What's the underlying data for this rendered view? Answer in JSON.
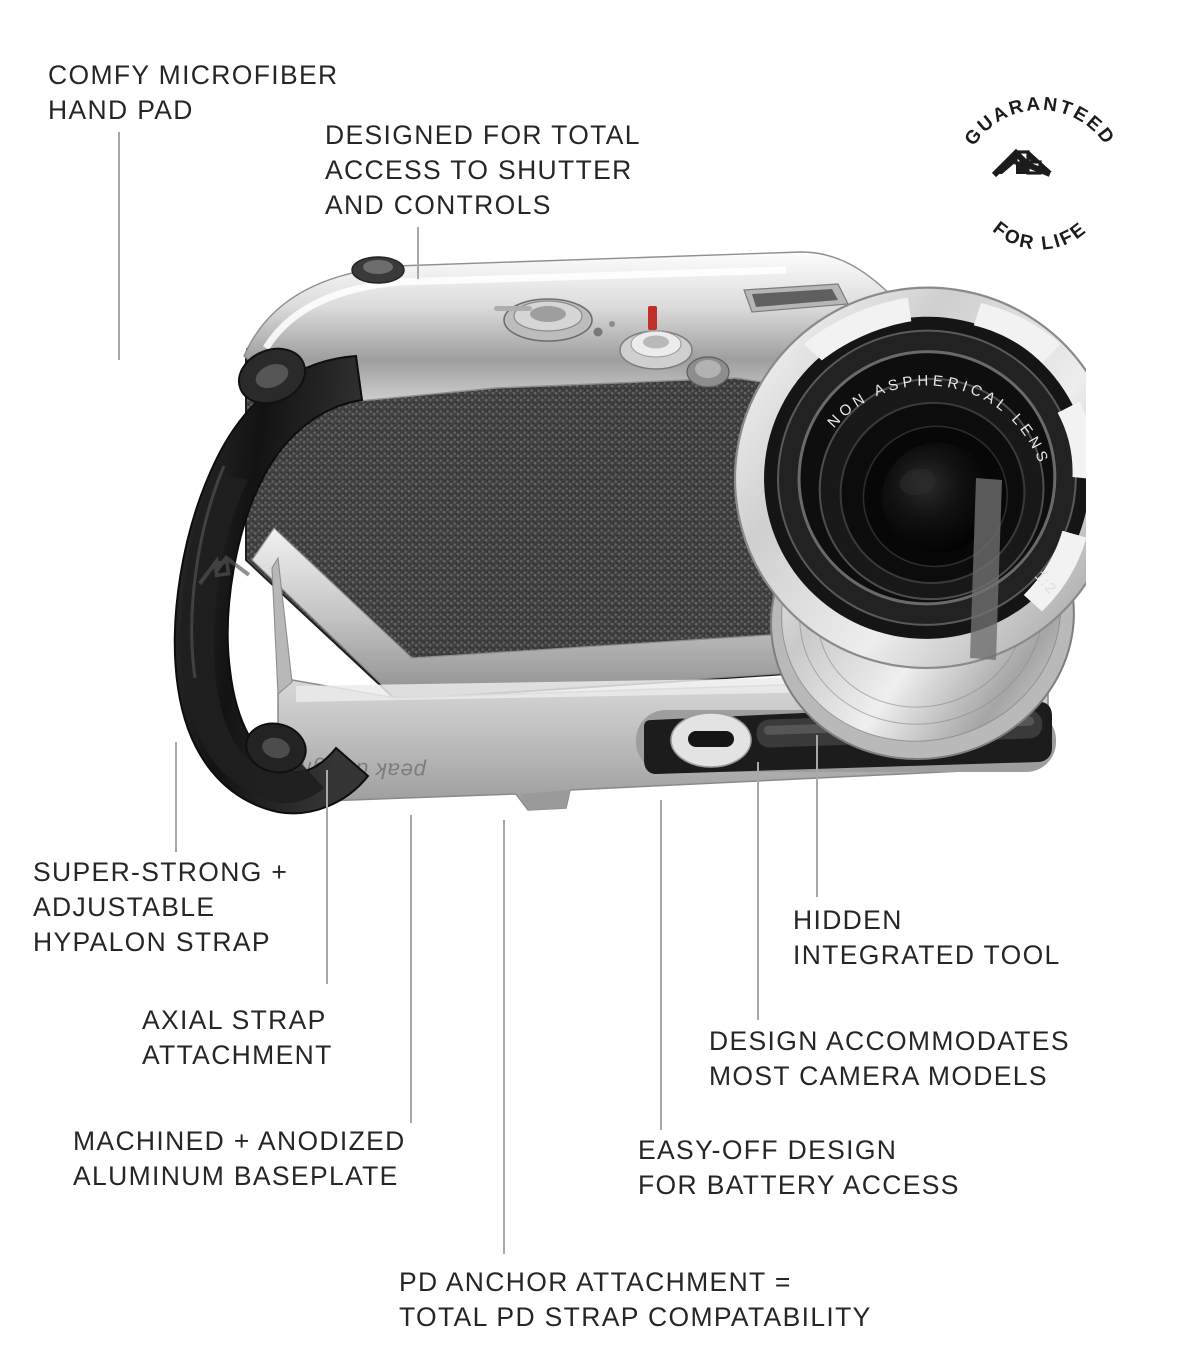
{
  "product": {
    "brand": "peak design",
    "baseplate_engraving": "peak design",
    "lens_text": "NON ASPHERICAL LENS",
    "lens_aperture": "1:2",
    "strap_logo": "PD"
  },
  "badge": {
    "top_arc": "GUARANTEED",
    "bottom_arc": "FOR LIFE",
    "logo": "PD"
  },
  "annotations": [
    {
      "id": "comfy-microfiber-hand-pad",
      "lines": [
        "COMFY MICROFIBER",
        "HAND PAD"
      ],
      "text": "COMFY MICROFIBER\nHAND PAD",
      "align": "left"
    },
    {
      "id": "designed-for-total-access",
      "lines": [
        "DESIGNED FOR TOTAL",
        "ACCESS TO SHUTTER",
        "AND CONTROLS"
      ],
      "text": "DESIGNED FOR TOTAL\nACCESS TO SHUTTER\nAND CONTROLS",
      "align": "left"
    },
    {
      "id": "super-strong-adjustable-hypalon-strap",
      "lines": [
        "SUPER-STRONG +",
        "ADJUSTABLE",
        "HYPALON STRAP"
      ],
      "text": "SUPER-STRONG +\nADJUSTABLE\nHYPALON STRAP",
      "align": "left"
    },
    {
      "id": "axial-strap-attachment",
      "lines": [
        "AXIAL STRAP",
        "ATTACHMENT"
      ],
      "text": "AXIAL STRAP\nATTACHMENT",
      "align": "left"
    },
    {
      "id": "machined-anodized-aluminum-baseplate",
      "lines": [
        "MACHINED + ANODIZED",
        "ALUMINUM BASEPLATE"
      ],
      "text": "MACHINED + ANODIZED\nALUMINUM BASEPLATE",
      "align": "left"
    },
    {
      "id": "pd-anchor-attachment",
      "lines": [
        "PD ANCHOR ATTACHMENT =",
        "TOTAL PD STRAP COMPATABILITY"
      ],
      "text": "PD ANCHOR ATTACHMENT =\nTOTAL PD STRAP COMPATABILITY",
      "align": "left"
    },
    {
      "id": "easy-off-design-battery-access",
      "lines": [
        "EASY-OFF DESIGN",
        "FOR BATTERY ACCESS"
      ],
      "text": "EASY-OFF DESIGN\nFOR BATTERY ACCESS",
      "align": "left"
    },
    {
      "id": "design-accommodates-most-camera-models",
      "lines": [
        "DESIGN ACCOMMODATES",
        "MOST CAMERA MODELS"
      ],
      "text": "DESIGN ACCOMMODATES\nMOST CAMERA MODELS",
      "align": "left"
    },
    {
      "id": "hidden-integrated-tool",
      "lines": [
        "HIDDEN",
        "INTEGRATED TOOL"
      ],
      "text": "HIDDEN\nINTEGRATED TOOL",
      "align": "left"
    }
  ],
  "colors": {
    "text": "#262626",
    "leader_line": "#a8a8a8",
    "background": "#ffffff",
    "metal_light": "#e6e6e6",
    "metal_mid": "#b4b4b4",
    "body_dark": "#2b2b2b",
    "strap_black": "#1b1b1b"
  }
}
